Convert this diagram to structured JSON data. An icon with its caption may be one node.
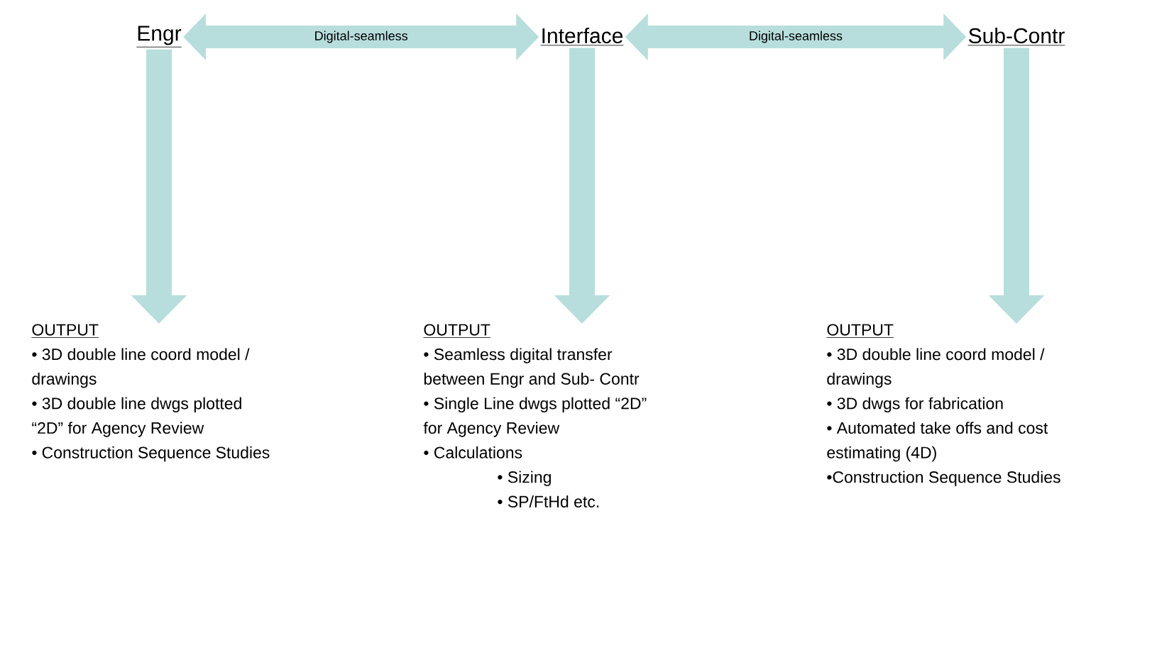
{
  "diagram": {
    "nodes": [
      {
        "text": [
          "Engr"
        ]
      },
      {
        "text": [
          "Interface"
        ]
      },
      {
        "text": [
          "Sub-Contr"
        ]
      },
      {
        "text": [
          "OUTPUT",
          "• 3D double line coord model / drawings",
          "• 3D double line dwgs plotted “2D” for Agency Review",
          "• Construction Sequence Studies"
        ]
      },
      {
        "text": [
          "OUTPUT",
          "• Seamless digital transfer between Engr and Sub- Contr",
          "• Single Line dwgs plotted “2D” for Agency Review",
          "• Calculations",
          "• Sizing",
          "• SP/FtHd etc."
        ]
      },
      {
        "text": [
          "OUTPUT",
          "• 3D double line coord model / drawings",
          "• 3D dwgs for fabrication",
          "• Automated take offs and cost estimating (4D)",
          "•Construction Sequence Studies"
        ]
      }
    ],
    "edges": [
      {
        "from": 0,
        "to": 1,
        "arrow": "both",
        "label": "Digital-seamless"
      },
      {
        "from": 1,
        "to": 2,
        "arrow": "both",
        "label": "Digital-seamless"
      },
      {
        "from": 0,
        "to": 3,
        "arrow": "to"
      },
      {
        "from": 1,
        "to": 4,
        "arrow": "to"
      },
      {
        "from": 2,
        "to": 5,
        "arrow": "to"
      }
    ]
  }
}
